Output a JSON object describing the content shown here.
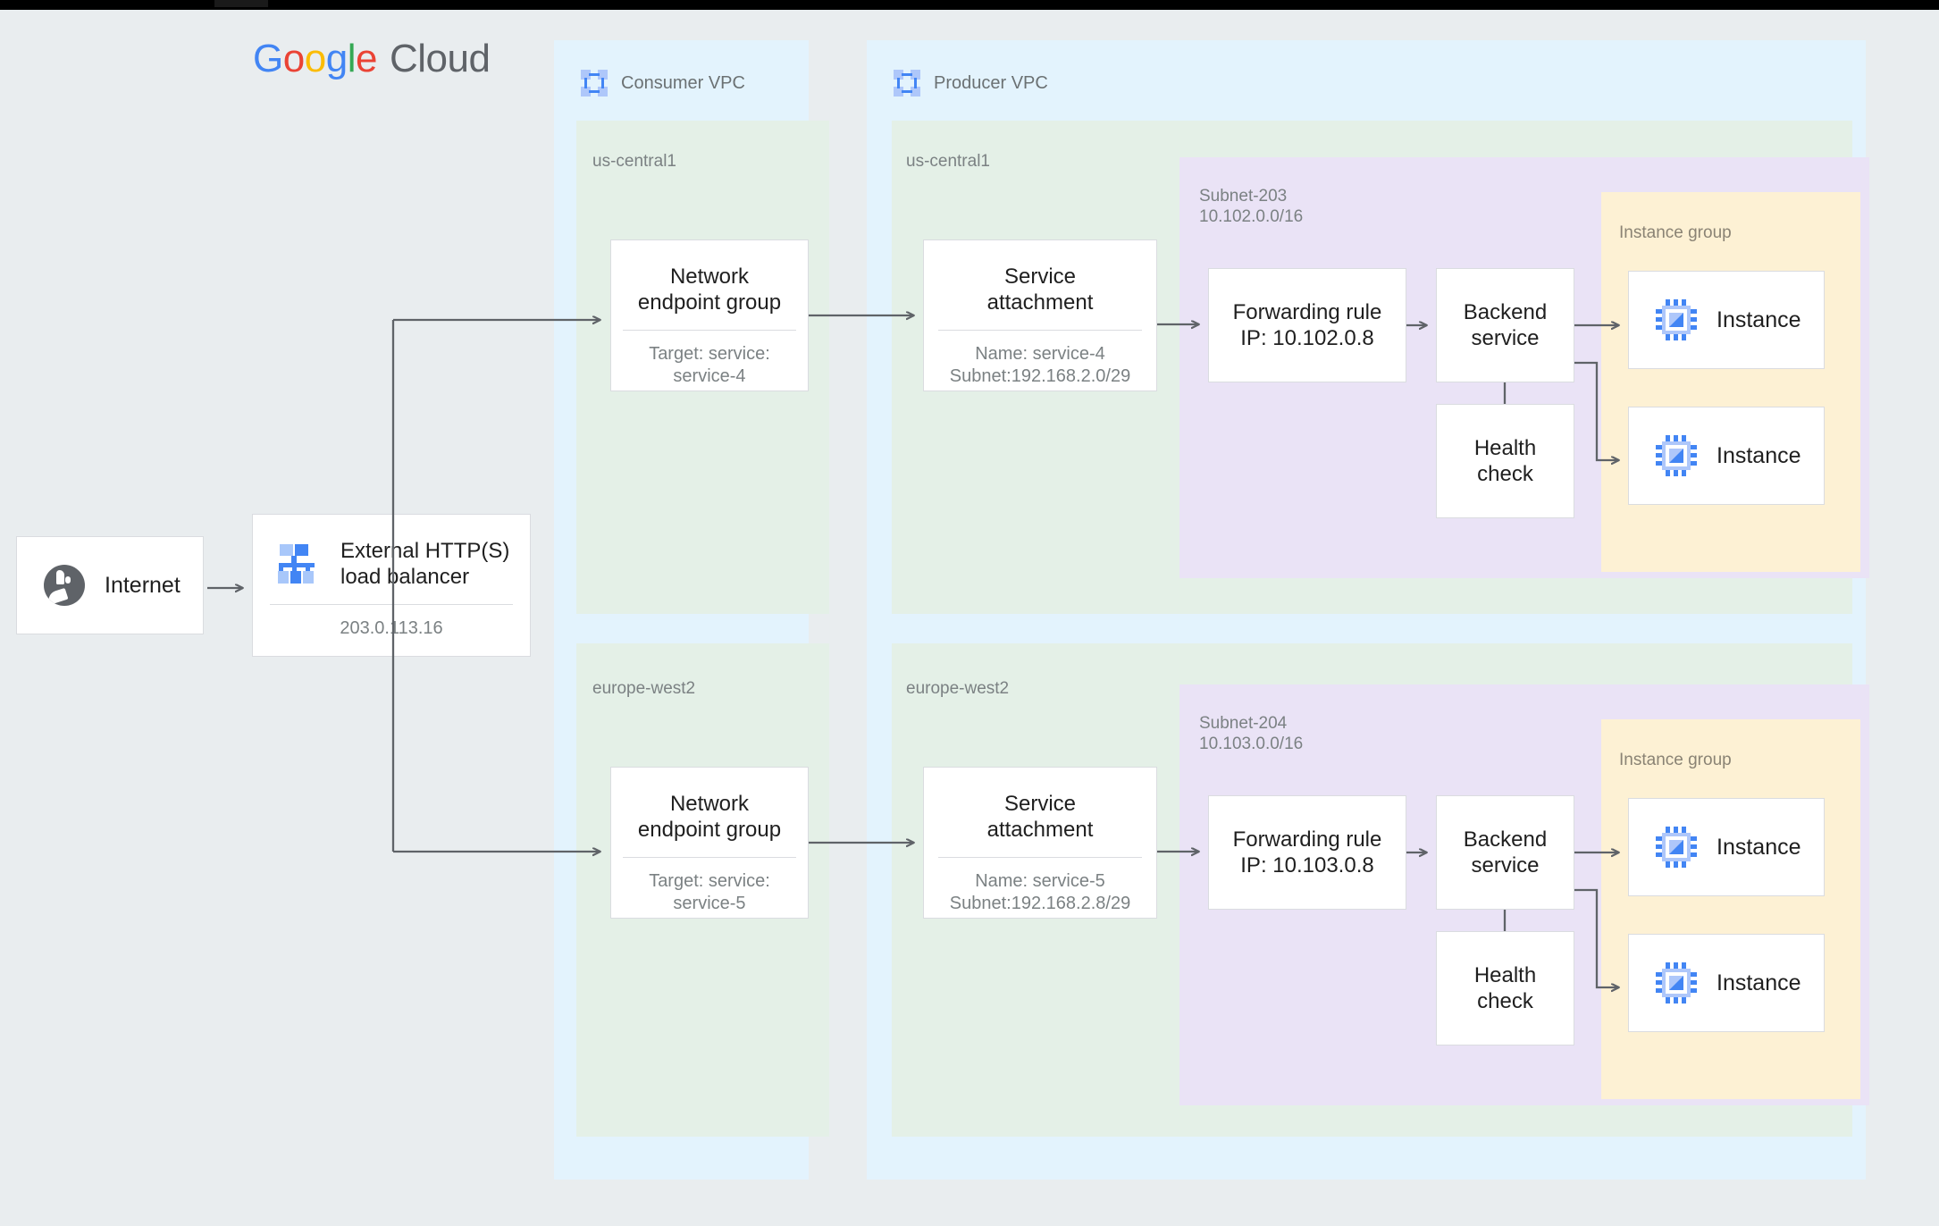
{
  "brand": {
    "logo_g1": "G",
    "logo_g2": "o",
    "logo_g3": "o",
    "logo_g4": "g",
    "logo_g5": "l",
    "logo_g6": "e",
    "logo_cloud": "Cloud",
    "colors": {
      "blue": "#4285f4",
      "red": "#ea4335",
      "yellow": "#fbbc05",
      "green": "#34a853",
      "gray_text": "#5f6368",
      "canvas": "#e9edef",
      "vpc_fill": "#e3f3fd",
      "region_fill": "#e4f0e7",
      "subnet_fill": "#eae3f6",
      "instance_group_fill": "#fdf1d4",
      "card_border": "#dadce0",
      "connector": "#5f6368"
    }
  },
  "internet": {
    "label": "Internet",
    "icon": "globe-icon"
  },
  "load_balancer": {
    "title": "External HTTP(S)\nload balancer",
    "ip": "203.0.113.16",
    "icon": "load-balancer-icon"
  },
  "vpcs": [
    {
      "name": "Consumer VPC",
      "icon": "vpc-icon",
      "regions": [
        {
          "label": "us-central1",
          "node": {
            "title": "Network\nendpoint group",
            "sub": "Target: service:\nservice-4"
          }
        },
        {
          "label": "europe-west2",
          "node": {
            "title": "Network\nendpoint group",
            "sub": "Target: service:\nservice-5"
          }
        }
      ]
    },
    {
      "name": "Producer VPC",
      "icon": "vpc-icon",
      "regions": [
        {
          "label": "us-central1",
          "service_attachment": {
            "title": "Service\nattachment",
            "sub": "Name: service-4\nSubnet:192.168.2.0/29"
          },
          "subnet": {
            "name": "Subnet-203",
            "cidr": "10.102.0.0/16",
            "forwarding_rule": {
              "title": "Forwarding rule\nIP: 10.102.0.8"
            },
            "backend_service": {
              "title": "Backend\nservice"
            },
            "health_check": {
              "title": "Health\ncheck"
            },
            "instance_group": {
              "label": "Instance group",
              "instances": [
                {
                  "label": "Instance",
                  "icon": "cpu-chip-icon"
                },
                {
                  "label": "Instance",
                  "icon": "cpu-chip-icon"
                }
              ]
            }
          }
        },
        {
          "label": "europe-west2",
          "service_attachment": {
            "title": "Service\nattachment",
            "sub": "Name: service-5\nSubnet:192.168.2.8/29"
          },
          "subnet": {
            "name": "Subnet-204",
            "cidr": "10.103.0.0/16",
            "forwarding_rule": {
              "title": "Forwarding rule\nIP: 10.103.0.8"
            },
            "backend_service": {
              "title": "Backend\nservice"
            },
            "health_check": {
              "title": "Health\ncheck"
            },
            "instance_group": {
              "label": "Instance group",
              "instances": [
                {
                  "label": "Instance",
                  "icon": "cpu-chip-icon"
                },
                {
                  "label": "Instance",
                  "icon": "cpu-chip-icon"
                }
              ]
            }
          }
        }
      ]
    }
  ]
}
